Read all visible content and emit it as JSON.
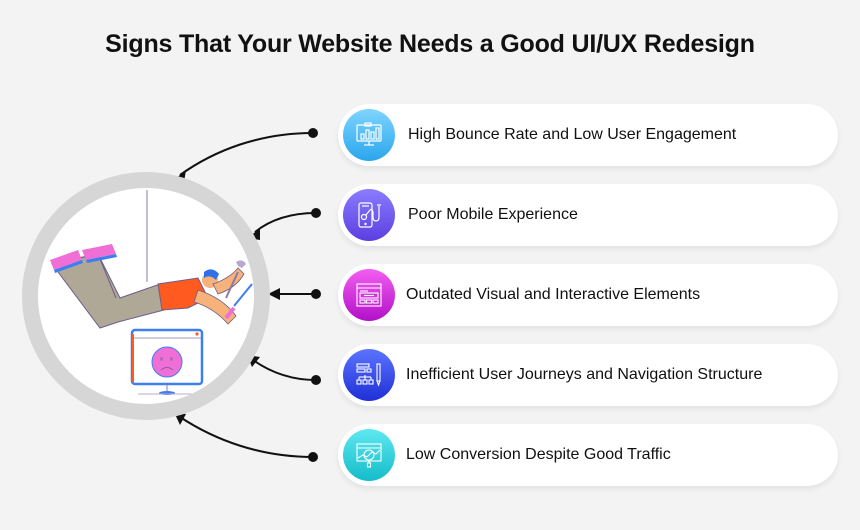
{
  "title": "Signs That Your Website Needs a Good UI/UX Redesign",
  "hub": {
    "illustration": "person-repairing-broken-website",
    "monitor_face": "sad-face-with-x-eyes"
  },
  "items": [
    {
      "label": "High Bounce Rate and Low User Engagement",
      "icon": "monitor-bar-chart-icon",
      "gradient": [
        "#7fd4ff",
        "#2aa6ec"
      ]
    },
    {
      "label": "Poor Mobile Experience",
      "icon": "mobile-stethoscope-icon",
      "gradient": [
        "#8a7cff",
        "#5b3fe0"
      ]
    },
    {
      "label": "Outdated Visual and Interactive Elements",
      "icon": "browser-layout-icon",
      "gradient": [
        "#f25ef0",
        "#b210c9"
      ]
    },
    {
      "label": "Inefficient User Journeys and Navigation Structure",
      "icon": "sitemap-pencil-icon",
      "gradient": [
        "#5b74ff",
        "#1f2fd6"
      ]
    },
    {
      "label": "Low Conversion Despite Good Traffic",
      "icon": "browser-magnifier-chart-icon",
      "gradient": [
        "#5ee8f0",
        "#14bcc9"
      ]
    }
  ],
  "colors": {
    "background": "#f3f3f3",
    "ring": "#d6d6d6",
    "connector": "#111111"
  }
}
